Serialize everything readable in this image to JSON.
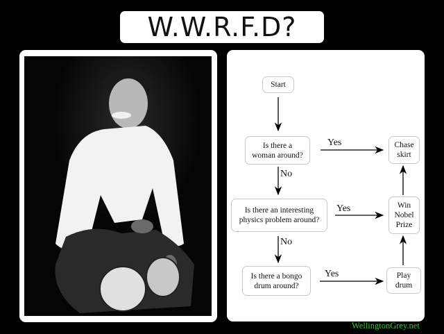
{
  "title": "W.W.R.F.D?",
  "photo": {
    "description": "black and white portrait of a smiling man in a white shirt playing bongo drums"
  },
  "flowchart": {
    "nodes": {
      "start": "Start",
      "q1": [
        "Is there a",
        "woman around?"
      ],
      "q2": [
        "Is there an interesting",
        "physics problem around?"
      ],
      "q3": [
        "Is there a bongo",
        "drum around?"
      ],
      "a1": [
        "Chase",
        "skirt"
      ],
      "a2": [
        "Win",
        "Nobel",
        "Prize"
      ],
      "a3": [
        "Play",
        "drum"
      ]
    },
    "edge_labels": {
      "yes1": "Yes",
      "yes2": "Yes",
      "yes3": "Yes",
      "no1": "No",
      "no2": "No"
    }
  },
  "credit": "WellingtonGrey.net",
  "colors": {
    "background": "#000000",
    "panel": "#ffffff",
    "credit": "#3fbf3f",
    "node_border": "#c8c8c8"
  }
}
